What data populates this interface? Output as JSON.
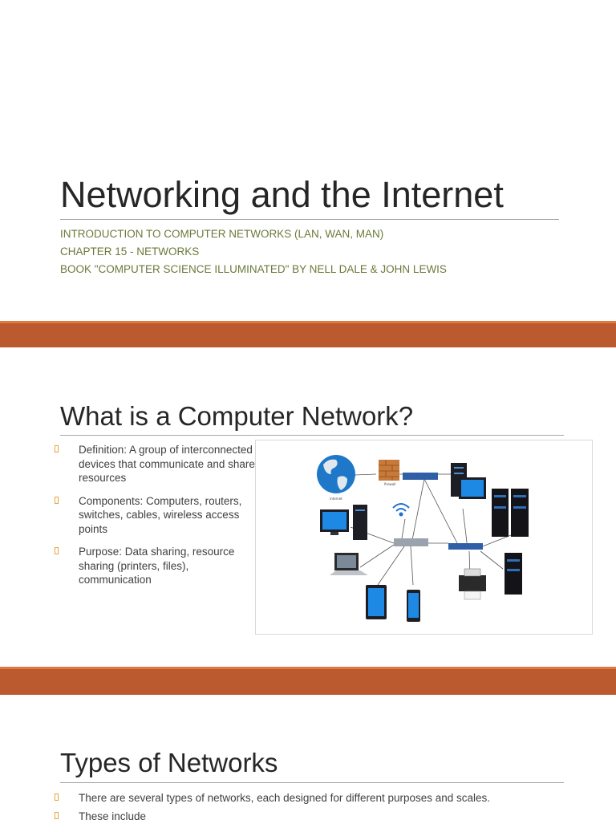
{
  "slide1": {
    "title": "Networking and the Internet",
    "subtitle_lines": [
      "INTRODUCTION TO COMPUTER NETWORKS (LAN, WAN, MAN)",
      "CHAPTER 15 - NETWORKS",
      "BOOK \"COMPUTER SCIENCE ILLUMINATED\" BY NELL DALE & JOHN LEWIS"
    ]
  },
  "slide2": {
    "heading": "What is a Computer Network?",
    "bullets": [
      "Definition: A group of interconnected devices that communicate and share resources",
      "Components: Computers, routers, switches, cables, wireless access points",
      "Purpose: Data sharing, resource sharing (printers, files), communication"
    ]
  },
  "slide3": {
    "heading": "Types of Networks",
    "bullets": [
      "There are several types of networks, each designed for different purposes and scales.",
      "These include"
    ]
  },
  "colors": {
    "divider": "#bb5a2e",
    "divider_highlight": "#e27a3f",
    "subtitle_text": "#6b7a3a",
    "bullet_marker": "#e8a33a"
  }
}
